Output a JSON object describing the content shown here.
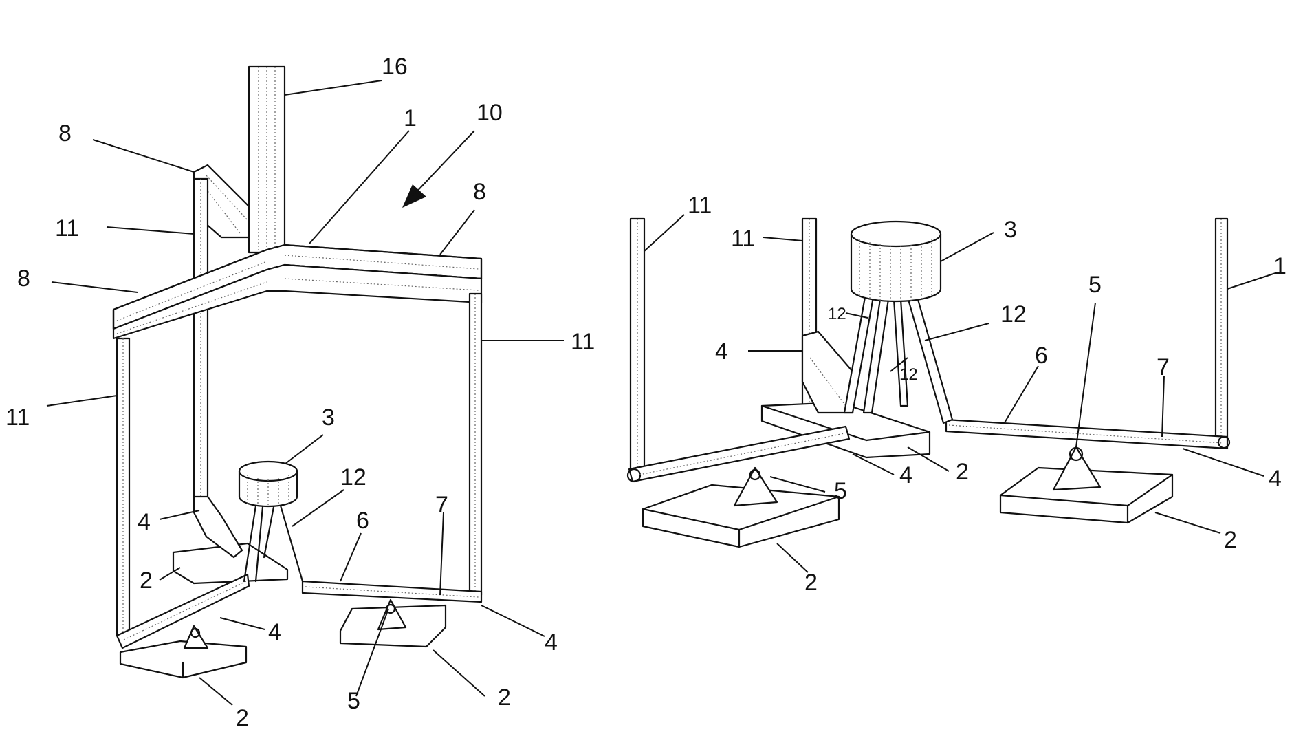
{
  "figure_left": {
    "labels": {
      "16": "16",
      "8a": "8",
      "1": "1",
      "10": "10",
      "11a": "11",
      "8b": "8",
      "8c": "8",
      "11b": "11",
      "11c": "11",
      "3": "3",
      "12": "12",
      "4a": "4",
      "6": "6",
      "7": "7",
      "2a": "2",
      "4b": "4",
      "4c": "4",
      "2b": "2",
      "5": "5",
      "2c": "2"
    }
  },
  "figure_right": {
    "labels": {
      "11a": "11",
      "11b": "11",
      "3": "3",
      "1": "1",
      "5": "5",
      "12a": "12",
      "12b": "12",
      "12c": "12",
      "4a": "4",
      "6": "6",
      "7": "7",
      "4b": "4",
      "2a": "2",
      "5b": "5",
      "4c": "4",
      "2b": "2",
      "2c": "2"
    }
  }
}
